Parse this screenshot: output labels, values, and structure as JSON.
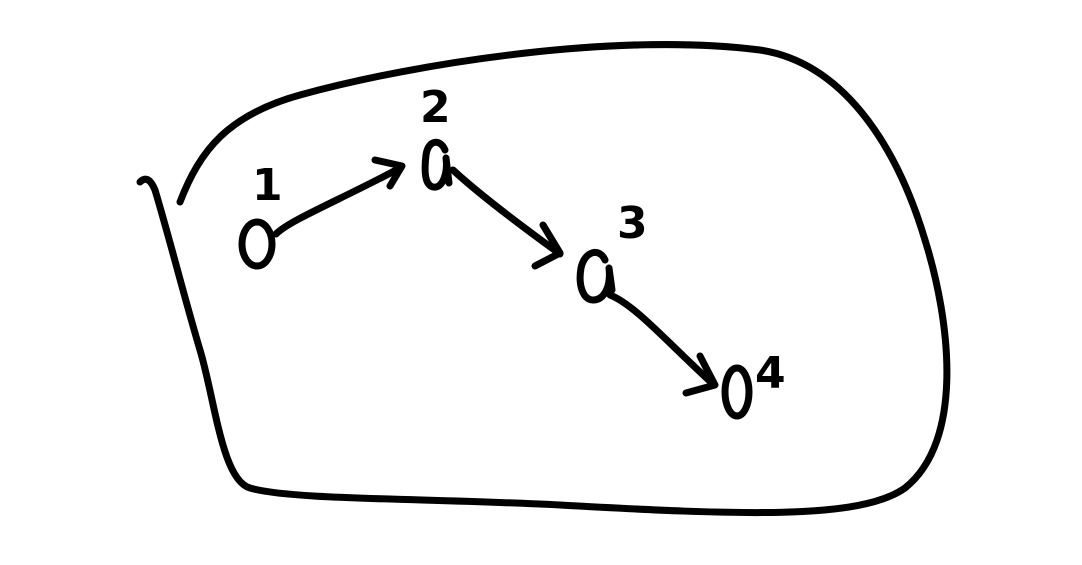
{
  "colors": {
    "ink": "#000000",
    "background": "#ffffff"
  },
  "nodes": [
    {
      "id": "node-1",
      "label": "1"
    },
    {
      "id": "node-2",
      "label": "2"
    },
    {
      "id": "node-3",
      "label": "3"
    },
    {
      "id": "node-4",
      "label": "4"
    }
  ],
  "edges": [
    {
      "from": "1",
      "to": "2"
    },
    {
      "from": "2",
      "to": "3"
    },
    {
      "from": "3",
      "to": "4"
    }
  ]
}
